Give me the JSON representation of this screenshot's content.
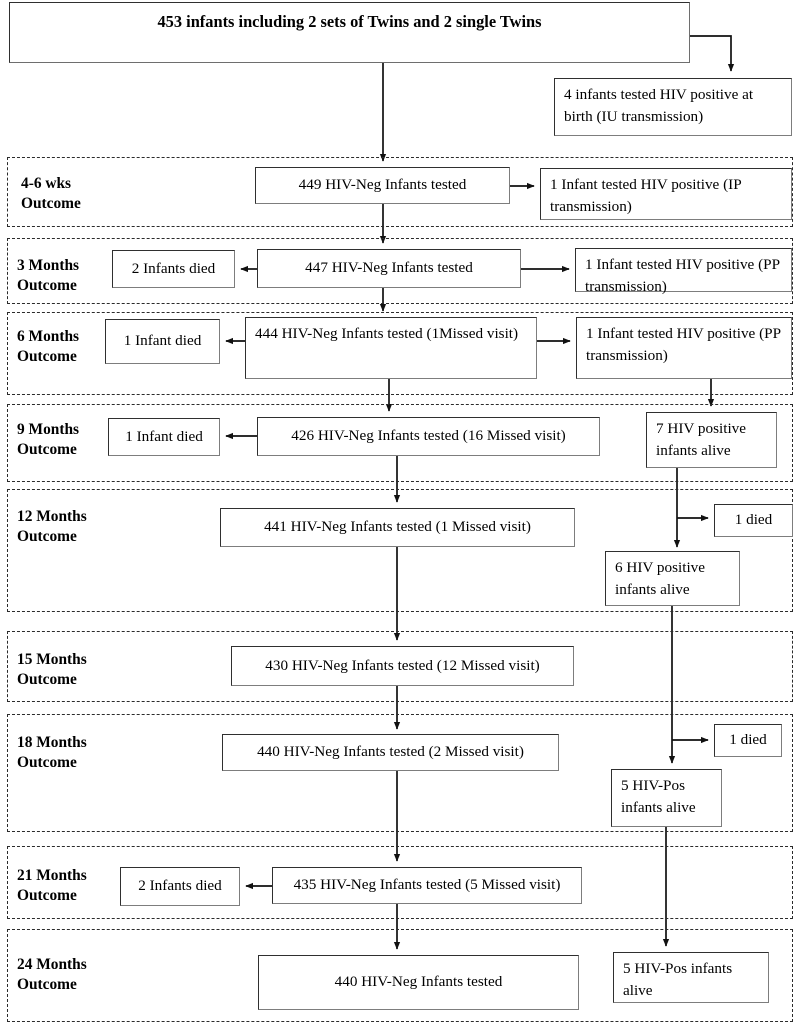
{
  "diagram": {
    "title": "453 infants including 2 sets of Twins and 2 single Twins",
    "root_box": "453 infants including 2 sets of Twins and 2 single Twins",
    "iu_box": "4 infants tested HIV positive at birth (IU transmission)"
  },
  "bands": [
    {
      "label": "4-6 wks\nOutcome"
    },
    {
      "label": "3 Months\nOutcome"
    },
    {
      "label": "6 Months\nOutcome"
    },
    {
      "label": "9 Months\nOutcome"
    },
    {
      "label": "12 Months\nOutcome"
    },
    {
      "label": "15 Months\nOutcome"
    },
    {
      "label": "18 Months\nOutcome"
    },
    {
      "label": "21 Months\nOutcome"
    },
    {
      "label": "24 Months\nOutcome"
    }
  ],
  "nodes": {
    "wk46_main": "449 HIV-Neg Infants tested",
    "wk46_pos": "1 Infant tested HIV positive (IP transmission)",
    "m3_died": "2 Infants died",
    "m3_main": "447 HIV-Neg Infants tested",
    "m3_pos": "1 Infant tested HIV positive (PP transmission)",
    "m6_died": "1 Infant died",
    "m6_main": "444 HIV-Neg Infants tested (1Missed visit)",
    "m6_pos": "1 Infant tested HIV positive (PP transmission)",
    "m9_died": "1 Infant died",
    "m9_main": "426 HIV-Neg Infants tested (16 Missed visit)",
    "m9_pos_alive": "7 HIV positive infants alive",
    "m12_main": "441 HIV-Neg Infants tested (1 Missed visit)",
    "m12_died": "1 died",
    "m12_pos_alive": "6 HIV positive infants alive",
    "m15_main": "430 HIV-Neg Infants tested (12 Missed visit)",
    "m18_main": "440 HIV-Neg Infants tested (2 Missed visit)",
    "m18_died": "1 died",
    "m18_pos_alive": "5 HIV-Pos infants alive",
    "m21_died": "2 Infants died",
    "m21_main": "435 HIV-Neg Infants tested (5 Missed visit)",
    "m24_main": "440 HIV-Neg Infants tested",
    "m24_pos_alive": "5 HIV-Pos infants alive"
  },
  "chart_data": {
    "type": "diagram",
    "title": "Infant HIV testing cohort flow over 24 months",
    "cohort_total": 453,
    "timepoints": [
      {
        "name": "Birth",
        "hiv_negative_tested": null,
        "hiv_positive_new": 4,
        "transmission": "IU",
        "deaths": 0
      },
      {
        "name": "4-6 wks",
        "hiv_negative_tested": 449,
        "hiv_positive_new": 1,
        "transmission": "IP",
        "deaths": 0
      },
      {
        "name": "3 Months",
        "hiv_negative_tested": 447,
        "hiv_positive_new": 1,
        "transmission": "PP",
        "deaths": 2
      },
      {
        "name": "6 Months",
        "hiv_negative_tested": 444,
        "hiv_positive_new": 1,
        "transmission": "PP",
        "deaths": 1,
        "missed_visits": 1
      },
      {
        "name": "9 Months",
        "hiv_negative_tested": 426,
        "deaths": 1,
        "missed_visits": 16,
        "hiv_positive_alive": 7
      },
      {
        "name": "12 Months",
        "hiv_negative_tested": 441,
        "missed_visits": 1,
        "hiv_positive_deaths": 1,
        "hiv_positive_alive": 6
      },
      {
        "name": "15 Months",
        "hiv_negative_tested": 430,
        "missed_visits": 12
      },
      {
        "name": "18 Months",
        "hiv_negative_tested": 440,
        "missed_visits": 2,
        "hiv_positive_deaths": 1,
        "hiv_positive_alive": 5
      },
      {
        "name": "21 Months",
        "hiv_negative_tested": 435,
        "missed_visits": 5,
        "deaths": 2
      },
      {
        "name": "24 Months",
        "hiv_negative_tested": 440,
        "hiv_positive_alive": 5
      }
    ]
  },
  "colors": {
    "box_border": "#2f2f2f",
    "band_border": "#2b2b2b",
    "connector": "#1a1a1a",
    "background": "#ffffff"
  }
}
